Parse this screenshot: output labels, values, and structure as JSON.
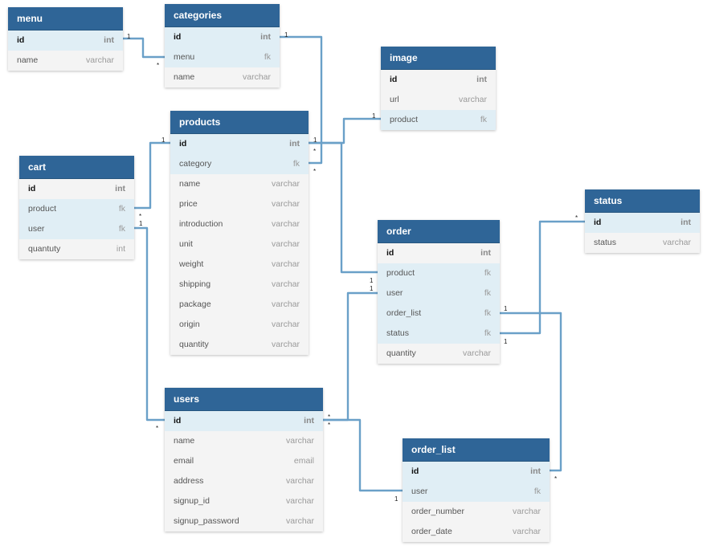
{
  "tables": [
    {
      "id": "menu",
      "title": "menu",
      "fields": [
        {
          "name": "id",
          "type": "int",
          "pk": true,
          "key": true
        },
        {
          "name": "name",
          "type": "varchar"
        }
      ]
    },
    {
      "id": "categories",
      "title": "categories",
      "fields": [
        {
          "name": "id",
          "type": "int",
          "pk": true,
          "key": true
        },
        {
          "name": "menu",
          "type": "fk",
          "key": true
        },
        {
          "name": "name",
          "type": "varchar"
        }
      ]
    },
    {
      "id": "image",
      "title": "image",
      "fields": [
        {
          "name": "id",
          "type": "int",
          "pk": true
        },
        {
          "name": "url",
          "type": "varchar"
        },
        {
          "name": "product",
          "type": "fk",
          "key": true
        }
      ]
    },
    {
      "id": "products",
      "title": "products",
      "fields": [
        {
          "name": "id",
          "type": "int",
          "pk": true,
          "key": true
        },
        {
          "name": "category",
          "type": "fk",
          "key": true
        },
        {
          "name": "name",
          "type": "varchar"
        },
        {
          "name": "price",
          "type": "varchar"
        },
        {
          "name": "introduction",
          "type": "varchar"
        },
        {
          "name": "unit",
          "type": "varchar"
        },
        {
          "name": "weight",
          "type": "varchar"
        },
        {
          "name": "shipping",
          "type": "varchar"
        },
        {
          "name": "package",
          "type": "varchar"
        },
        {
          "name": "origin",
          "type": "varchar"
        },
        {
          "name": "quantity",
          "type": "varchar"
        }
      ]
    },
    {
      "id": "cart",
      "title": "cart",
      "fields": [
        {
          "name": "id",
          "type": "int",
          "pk": true
        },
        {
          "name": "product",
          "type": "fk",
          "key": true
        },
        {
          "name": "user",
          "type": "fk",
          "key": true
        },
        {
          "name": "quantuty",
          "type": "int"
        }
      ]
    },
    {
      "id": "status",
      "title": "status",
      "fields": [
        {
          "name": "id",
          "type": "int",
          "pk": true,
          "key": true
        },
        {
          "name": "status",
          "type": "varchar"
        }
      ]
    },
    {
      "id": "order",
      "title": "order",
      "fields": [
        {
          "name": "id",
          "type": "int",
          "pk": true
        },
        {
          "name": "product",
          "type": "fk",
          "key": true
        },
        {
          "name": "user",
          "type": "fk",
          "key": true
        },
        {
          "name": "order_list",
          "type": "fk",
          "key": true
        },
        {
          "name": "status",
          "type": "fk",
          "key": true
        },
        {
          "name": "quantity",
          "type": "varchar"
        }
      ]
    },
    {
      "id": "users",
      "title": "users",
      "fields": [
        {
          "name": "id",
          "type": "int",
          "pk": true,
          "key": true
        },
        {
          "name": "name",
          "type": "varchar"
        },
        {
          "name": "email",
          "type": "email"
        },
        {
          "name": "address",
          "type": "varchar"
        },
        {
          "name": "signup_id",
          "type": "varchar"
        },
        {
          "name": "signup_password",
          "type": "varchar"
        }
      ]
    },
    {
      "id": "order_list",
      "title": "order_list",
      "fields": [
        {
          "name": "id",
          "type": "int",
          "pk": true,
          "key": true
        },
        {
          "name": "user",
          "type": "fk",
          "key": true
        },
        {
          "name": "order_number",
          "type": "varchar"
        },
        {
          "name": "order_date",
          "type": "varchar"
        }
      ]
    }
  ],
  "relationships": [
    {
      "from": "menu.id",
      "to": "categories.menu",
      "from_card": "1",
      "to_card": "*"
    },
    {
      "from": "categories.id",
      "to": "products.category",
      "from_card": "1",
      "to_card": "*"
    },
    {
      "from": "image.product",
      "to": "products.id",
      "from_card": "1",
      "to_card": "*"
    },
    {
      "from": "products.id",
      "to": "cart.product",
      "from_card": "1",
      "to_card": "*"
    },
    {
      "from": "products.id",
      "to": "order.product",
      "from_card": "1",
      "to_card": "1"
    },
    {
      "from": "users.id",
      "to": "cart.user",
      "from_card": "*",
      "to_card": "1"
    },
    {
      "from": "users.id",
      "to": "order.user",
      "from_card": "*",
      "to_card": "1"
    },
    {
      "from": "users.id",
      "to": "order_list.user",
      "from_card": "*",
      "to_card": "1"
    },
    {
      "from": "order.order_list",
      "to": "order_list.id",
      "from_card": "1",
      "to_card": "*"
    },
    {
      "from": "order.status",
      "to": "status.id",
      "from_card": "1",
      "to_card": "*"
    }
  ]
}
